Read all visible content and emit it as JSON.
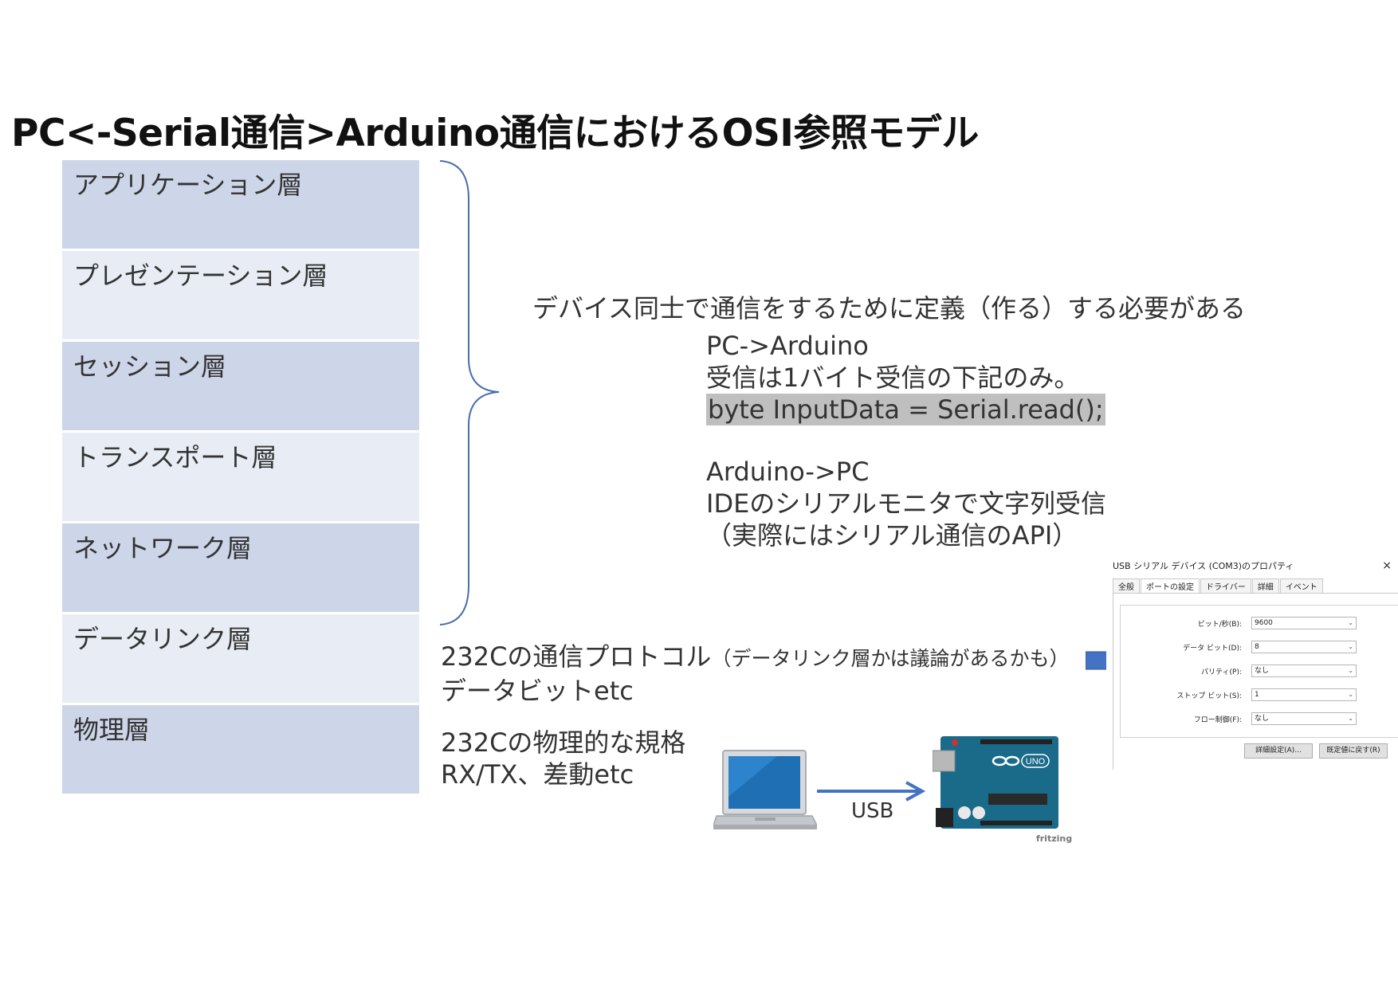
{
  "title": "PC<-Serial通信>Arduino通信におけるOSI参照モデル",
  "osi_layers": [
    "アプリケーション層",
    "プレゼンテーション層",
    "セッション層",
    "トランスポート層",
    "ネットワーク層",
    "データリンク層",
    "物理層"
  ],
  "brace_note": "デバイス同士で通信をするために定義（作る）する必要がある",
  "pc_to_arduino": {
    "heading": "PC->Arduino",
    "line1": "受信は1バイト受信の下記のみ。",
    "code": "byte InputData = Serial.read();"
  },
  "arduino_to_pc": {
    "heading": "Arduino->PC",
    "line1": "IDEのシリアルモニタで文字列受信",
    "line2": "（実際にはシリアル通信のAPI）"
  },
  "datalink_note": {
    "line1_main": "232Cの通信プロトコル",
    "line1_small": "（データリンク層かは議論があるかも）",
    "line2": "データビットetc"
  },
  "physical_note": {
    "line1": "232Cの物理的な規格",
    "line2": "RX/TX、差動etc"
  },
  "usb_label": "USB",
  "fritzing_label": "fritzing",
  "arduino_board_label": "UNO",
  "dialog": {
    "title": "USB シリアル デバイス (COM3)のプロパティ",
    "close_glyph": "×",
    "tabs": [
      "全般",
      "ポートの設定",
      "ドライバー",
      "詳細",
      "イベント"
    ],
    "active_tab": 1,
    "fields": [
      {
        "label": "ビット/秒(B):",
        "value": "9600"
      },
      {
        "label": "データ ビット(D):",
        "value": "8"
      },
      {
        "label": "パリティ(P):",
        "value": "なし"
      },
      {
        "label": "ストップ ビット(S):",
        "value": "1"
      },
      {
        "label": "フロー制御(F):",
        "value": "なし"
      }
    ],
    "buttons": [
      "詳細設定(A)...",
      "既定値に戻す(R)"
    ]
  },
  "colors": {
    "layer_dark": "#cdd5e9",
    "layer_light": "#e8ecf5",
    "brace": "#4a6fa8",
    "arrow": "#4472c4",
    "arduino_board": "#1a6a8a"
  }
}
